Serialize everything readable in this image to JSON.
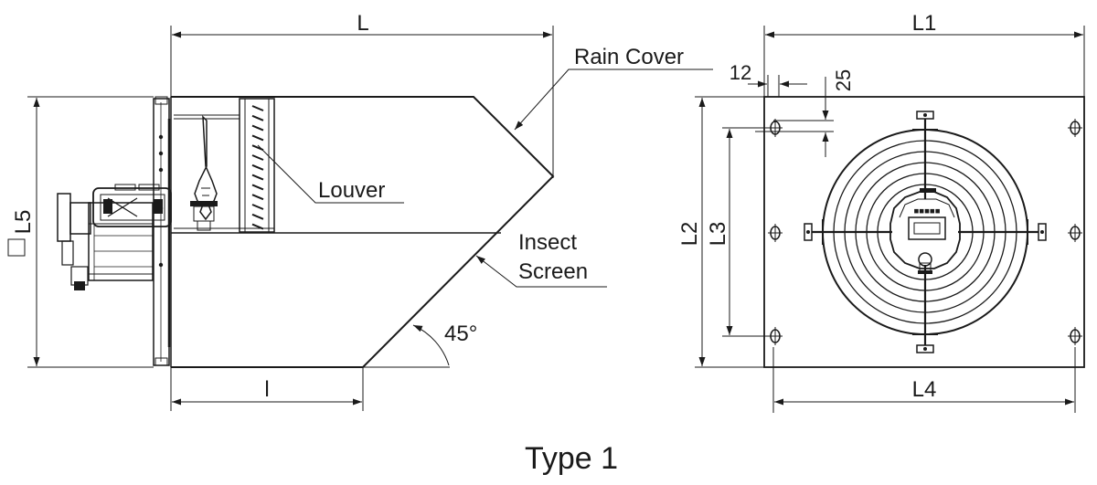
{
  "labels": {
    "dim_L": "L",
    "dim_L1": "L1",
    "dim_12": "12",
    "dim_25": "25",
    "rain_cover": "Rain Cover",
    "louver": "Louver",
    "insect_line1": "Insect",
    "insect_line2": "Screen",
    "angle": "45°",
    "dim_L5": "L5",
    "dim_l": "l",
    "dim_L2": "L2",
    "dim_L3": "L3",
    "dim_L4": "L4",
    "caption": "Type 1"
  },
  "colors": {
    "ink": "#1a1a1a",
    "background": "#ffffff"
  }
}
